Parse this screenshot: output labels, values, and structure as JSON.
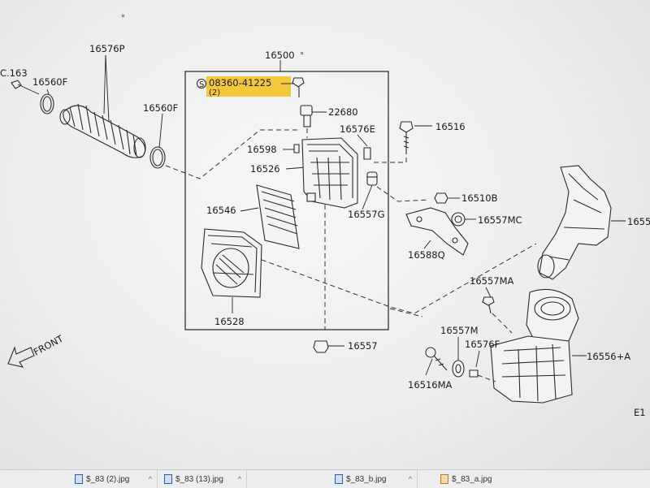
{
  "labels": {
    "main_assembly": "16500",
    "c163": "C.163",
    "clamp_left": "16560F",
    "duct": "16576P",
    "clamp_right": "16560F",
    "bolt_code": "08360-41225",
    "bolt_qty": "(2)",
    "sensor": "22680",
    "bracket_e": "16576E",
    "bolt_16516": "16516",
    "grommet_16598": "16598",
    "upper_body": "16526",
    "element": "16546",
    "grommet_g": "16557G",
    "nut_b": "16510B",
    "grommet_mc": "16557MC",
    "bracket_q": "16588Q",
    "lower_body": "16528",
    "grommet": "16557",
    "grommet_ma": "16557MA",
    "grommet_m": "16557M",
    "bracket_f": "16576F",
    "bolt_ma": "16516MA",
    "resonator": "16556+A",
    "inlet_duct": "1655",
    "front": "FRONT",
    "corner": "E1",
    "screw_symbol": "S"
  },
  "highlight_color": "#f4c430",
  "taskbar": {
    "items": [
      {
        "label": "$_83 (2).jpg",
        "icon": "image-file-icon"
      },
      {
        "label": "$_83 (13).jpg",
        "icon": "image-file-icon"
      },
      {
        "label": "$_83_b.jpg",
        "icon": "image-file-icon"
      },
      {
        "label": "$_83_a.jpg",
        "icon": "image-file-icon"
      }
    ]
  }
}
